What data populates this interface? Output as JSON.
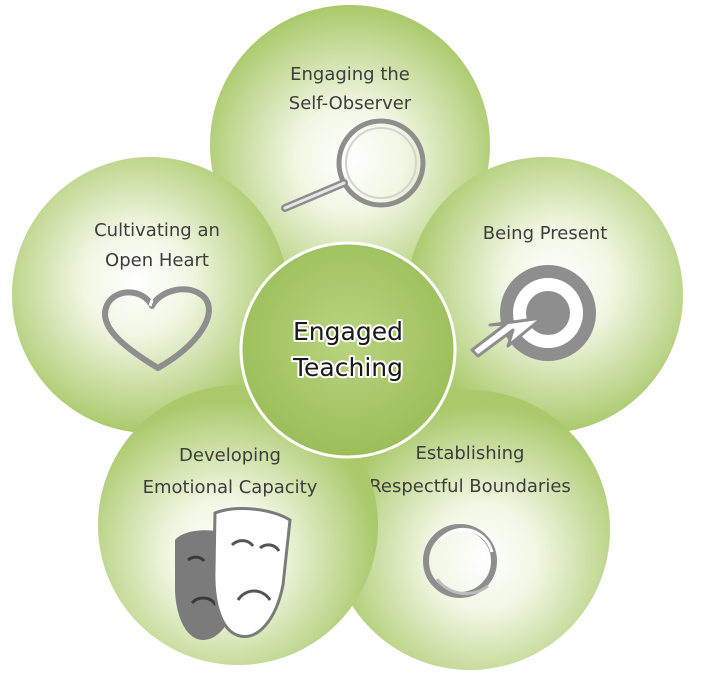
{
  "center": {
    "line1": "Engaged",
    "line2": "Teaching"
  },
  "petals": {
    "top": {
      "line1": "Engaging the",
      "line2": "Self-Observer",
      "icon": "magnifying-glass-icon"
    },
    "right": {
      "line1": "Being Present",
      "icon": "target-with-arrow-icon"
    },
    "bottom_right": {
      "line1": "Establishing",
      "line2": "Respectful Boundaries",
      "icon": "ring-icon"
    },
    "bottom_left": {
      "line1": "Developing",
      "line2": "Emotional Capacity",
      "icon": "theater-masks-icon"
    },
    "left": {
      "line1": "Cultivating an",
      "line2": "Open Heart",
      "icon": "heart-outline-icon"
    }
  },
  "colors": {
    "petal_edge": "#a9c96a",
    "petal_center": "#ffffff",
    "hub_fill": "#a8c86a",
    "icon_gray": "#8e8e8e"
  }
}
